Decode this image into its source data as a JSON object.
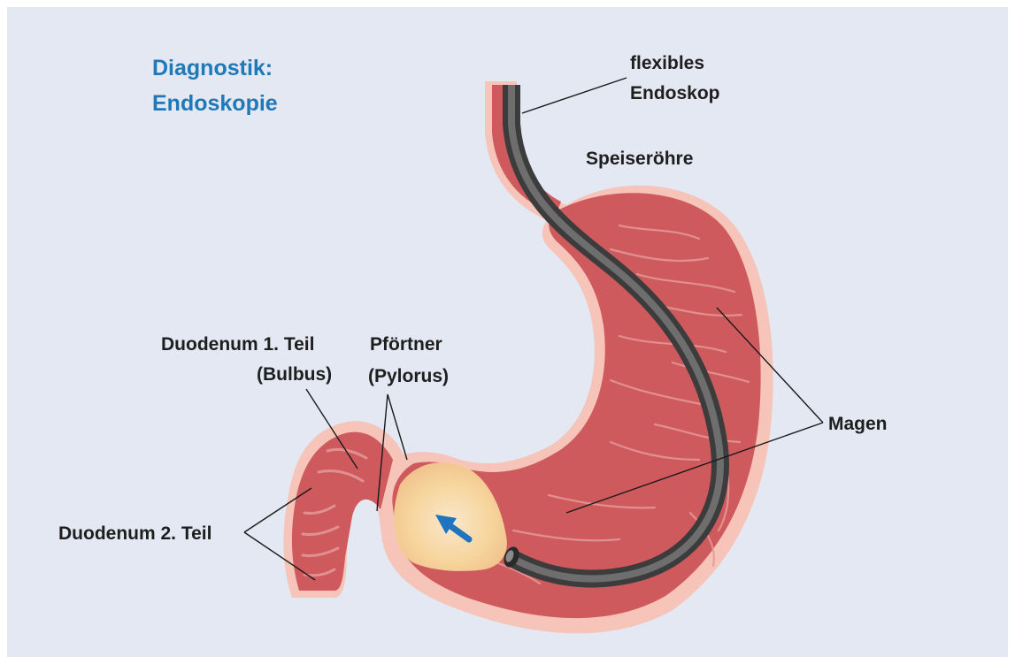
{
  "title": {
    "line1": "Diagnostik:",
    "line2": "Endoskopie"
  },
  "labels": {
    "endoscope_line1": "flexibles",
    "endoscope_line2": "Endoskop",
    "esophagus": "Speiseröhre",
    "stomach": "Magen",
    "pylorus_line1": "Pförtner",
    "pylorus_line2": "(Pylorus)",
    "duodenum1_line1": "Duodenum 1. Teil",
    "duodenum1_line2": "(Bulbus)",
    "duodenum2": "Duodenum 2. Teil"
  },
  "colors": {
    "background": "#e3e8f2",
    "outer_wall": "#f6c4b8",
    "tissue": "#cf5a5e",
    "tissue_dark": "#b94449",
    "fold": "#e49a98",
    "illumination": "#f8dda2",
    "endoscope": "#5a5a5a",
    "arrow": "#1f74bf",
    "title": "#1f78b8"
  },
  "icons": {
    "direction_arrow": "arrow-up-left-icon"
  }
}
